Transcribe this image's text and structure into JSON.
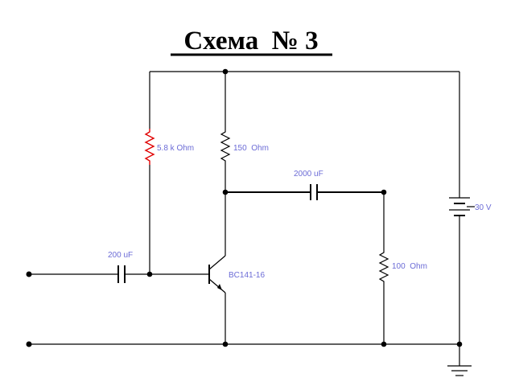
{
  "title": "Схема  № 3",
  "components": {
    "r_bias": "5.8 k Ohm",
    "r_collector": "150  Ohm",
    "c_output": "2000 uF",
    "c_input": "200 uF",
    "transistor": "BC141-16",
    "r_load": "100  Ohm",
    "battery": "30 V"
  },
  "colors": {
    "label": "#6b6bd6",
    "highlight": "#e00000",
    "wire": "#000000"
  }
}
